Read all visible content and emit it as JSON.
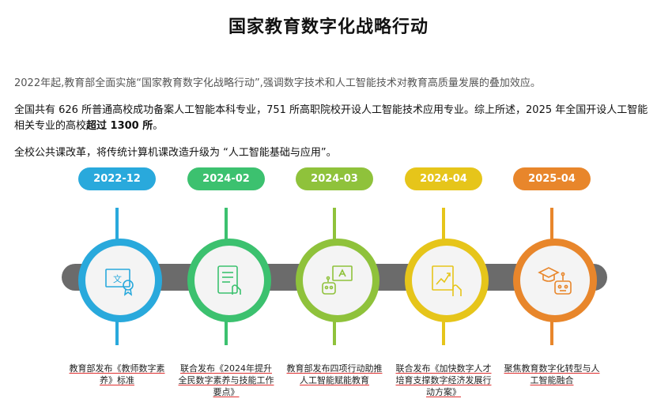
{
  "title": "国家教育数字化战略行动",
  "paragraphs": {
    "p1": "2022年起,教育部全面实施“国家教育数字化战略行动”,强调数字技术和人工智能技术对教育高质量发展的叠加效应。",
    "p2_main": "全国共有 626 所普通高校成功备案人工智能本科专业，751 所高职院校开设人工智能技术应用专业。综上所述，2025 年全国开设人工智能相关专业的高校",
    "p2_bold": "超过 1300 所",
    "p2_end": "。",
    "p3": "全校公共课改革，将传统计算机课改造升级为 “人工智能基础与应用”。"
  },
  "timeline": [
    {
      "date": "2022-12",
      "color": "#29a9dc",
      "icon": "translate-certificate-icon",
      "caption": "教育部发布《教师数字素养》标准"
    },
    {
      "date": "2024-02",
      "color": "#3cc16f",
      "icon": "tablet-document-icon",
      "caption": "联合发布《2024年提升全民数字素养与技能工作要点》"
    },
    {
      "date": "2024-03",
      "color": "#8fc23b",
      "icon": "robot-board-icon",
      "caption": "教育部发布四项行动助推人工智能赋能教育"
    },
    {
      "date": "2024-04",
      "color": "#e6c51a",
      "icon": "chart-touch-icon",
      "caption": "联合发布《加快数字人才培育支撑数字经济发展行动方案》"
    },
    {
      "date": "2025-04",
      "color": "#e8862b",
      "icon": "graduation-robot-icon",
      "caption": "聚焦教育数字化转型与人工智能融合"
    }
  ]
}
